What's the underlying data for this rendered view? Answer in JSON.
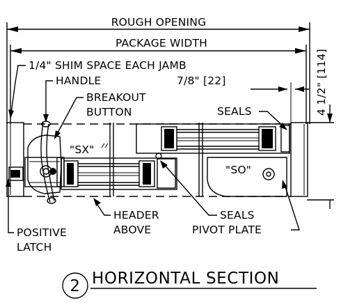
{
  "labels": {
    "rough_opening": "ROUGH OPENING",
    "package_width": "PACKAGE WIDTH",
    "shim_space": "1/4\" SHIM SPACE EACH JAMB",
    "dim_7_8": "7/8\" [22]",
    "handle": "HANDLE",
    "breakout": "BREAKOUT",
    "button": "BUTTON",
    "seals_top": "SEALS",
    "sx": "\"SX\"",
    "so": "\"SO\"",
    "header": "HEADER",
    "above": "ABOVE",
    "seals_bottom": "SEALS",
    "pivot_plate": "PIVOT PLATE",
    "positive": "POSITIVE",
    "latch": "LATCH",
    "dim_vertical": "4 1/2\" [114]"
  },
  "title": {
    "number": "2",
    "text": "HORIZONTAL SECTION"
  }
}
